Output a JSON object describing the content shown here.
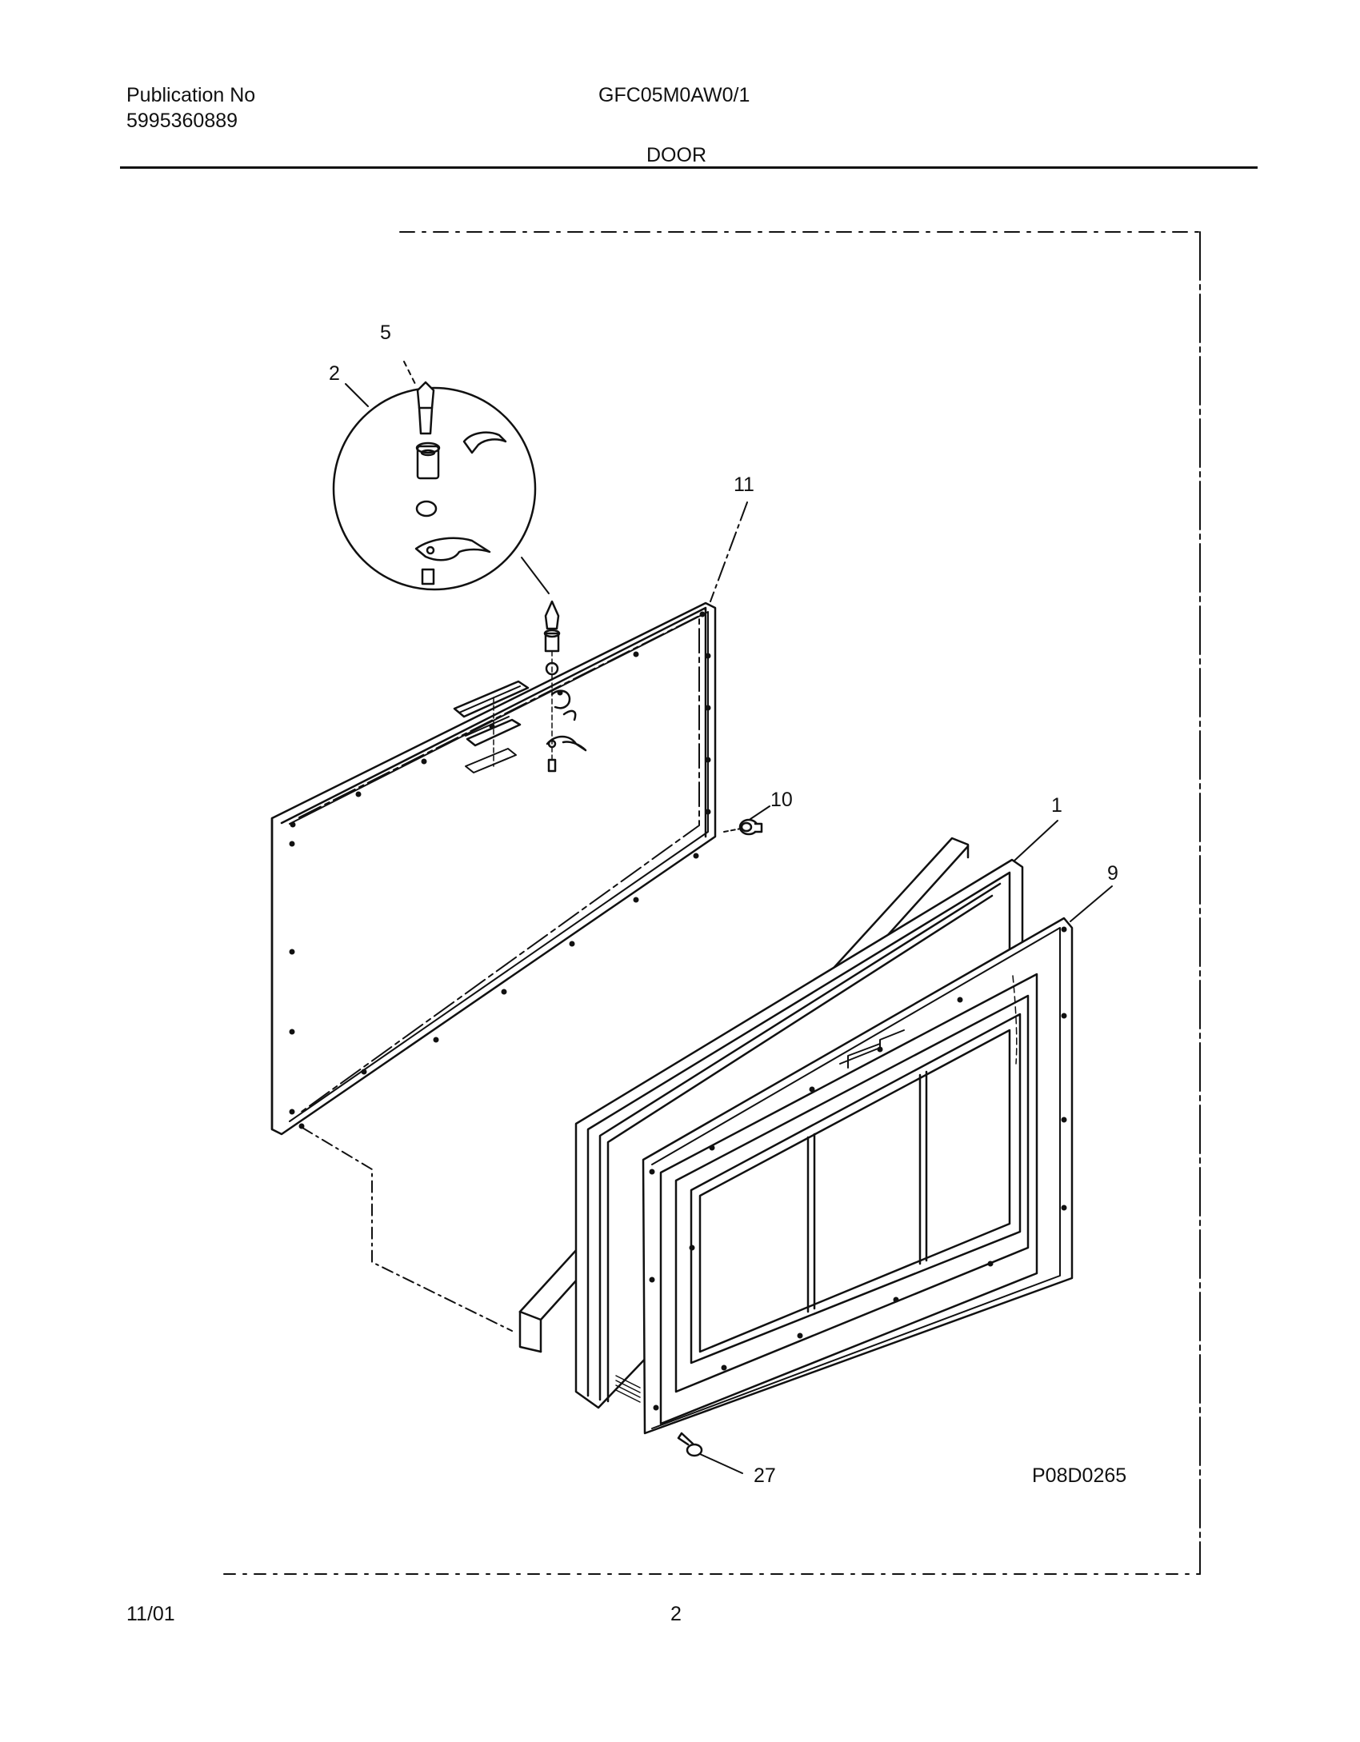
{
  "header": {
    "publication_label": "Publication No",
    "publication_number": "5995360889",
    "model": "GFC05M0AW0/1",
    "section": "DOOR"
  },
  "diagram": {
    "callouts": {
      "c5": "5",
      "c2": "2",
      "c11": "11",
      "c10": "10",
      "c1": "1",
      "c9": "9",
      "c27": "27"
    },
    "drawing_number": "P08D0265"
  },
  "footer": {
    "date": "11/01",
    "page": "2"
  }
}
